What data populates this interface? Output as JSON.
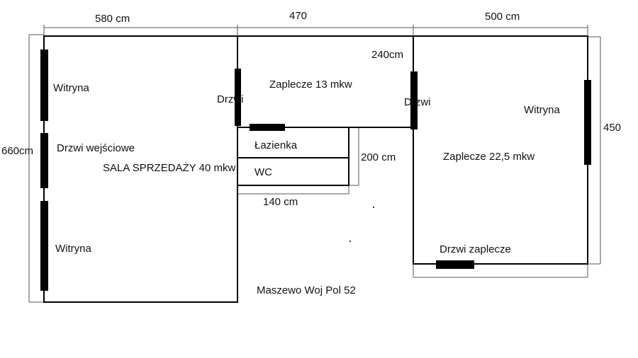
{
  "dimensions": {
    "top_left": "580 cm",
    "top_middle": "470",
    "top_right": "500 cm",
    "left_height": "660cm",
    "right_height": "450",
    "back_room_depth": "240cm",
    "bath_depth": "200 cm",
    "bath_width": "140 cm"
  },
  "rooms": {
    "sales_hall": "SALA SPRZEDAŻY 40 mkw",
    "back_room_small": "Zaplecze 13 mkw",
    "back_room_large": "Zaplecze 22,5 mkw",
    "bathroom": "Łazienka",
    "wc": "WC"
  },
  "labels": {
    "window_top_left": "Witryna",
    "window_bottom_left": "Witryna",
    "window_right": "Witryna",
    "entrance_door": "Drzwi wejściowe",
    "door_left": "Drzwi",
    "door_right": "Drzwi",
    "back_door": "Drzwi zaplecze",
    "address": "Maszewo Woj Pol 52"
  },
  "colors": {
    "wall": "#000000",
    "dimension_line": "#555555",
    "text": "#111111"
  }
}
